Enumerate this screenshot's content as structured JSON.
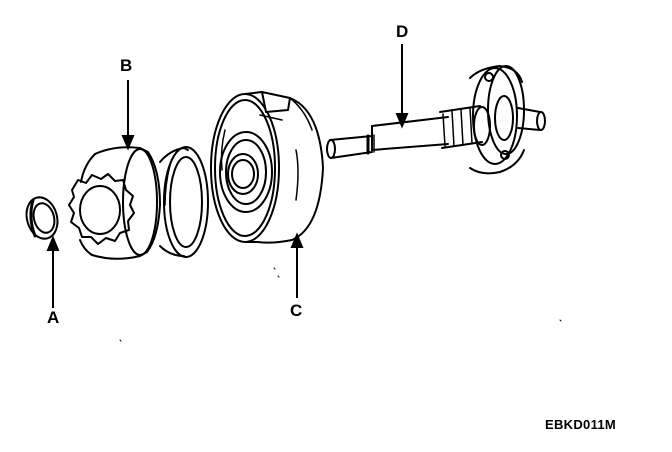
{
  "callouts": {
    "a": "A",
    "b": "B",
    "c": "C",
    "d": "D"
  },
  "figure_code": "EBKD011M",
  "colors": {
    "ink": "#000000",
    "paper": "#ffffff"
  }
}
